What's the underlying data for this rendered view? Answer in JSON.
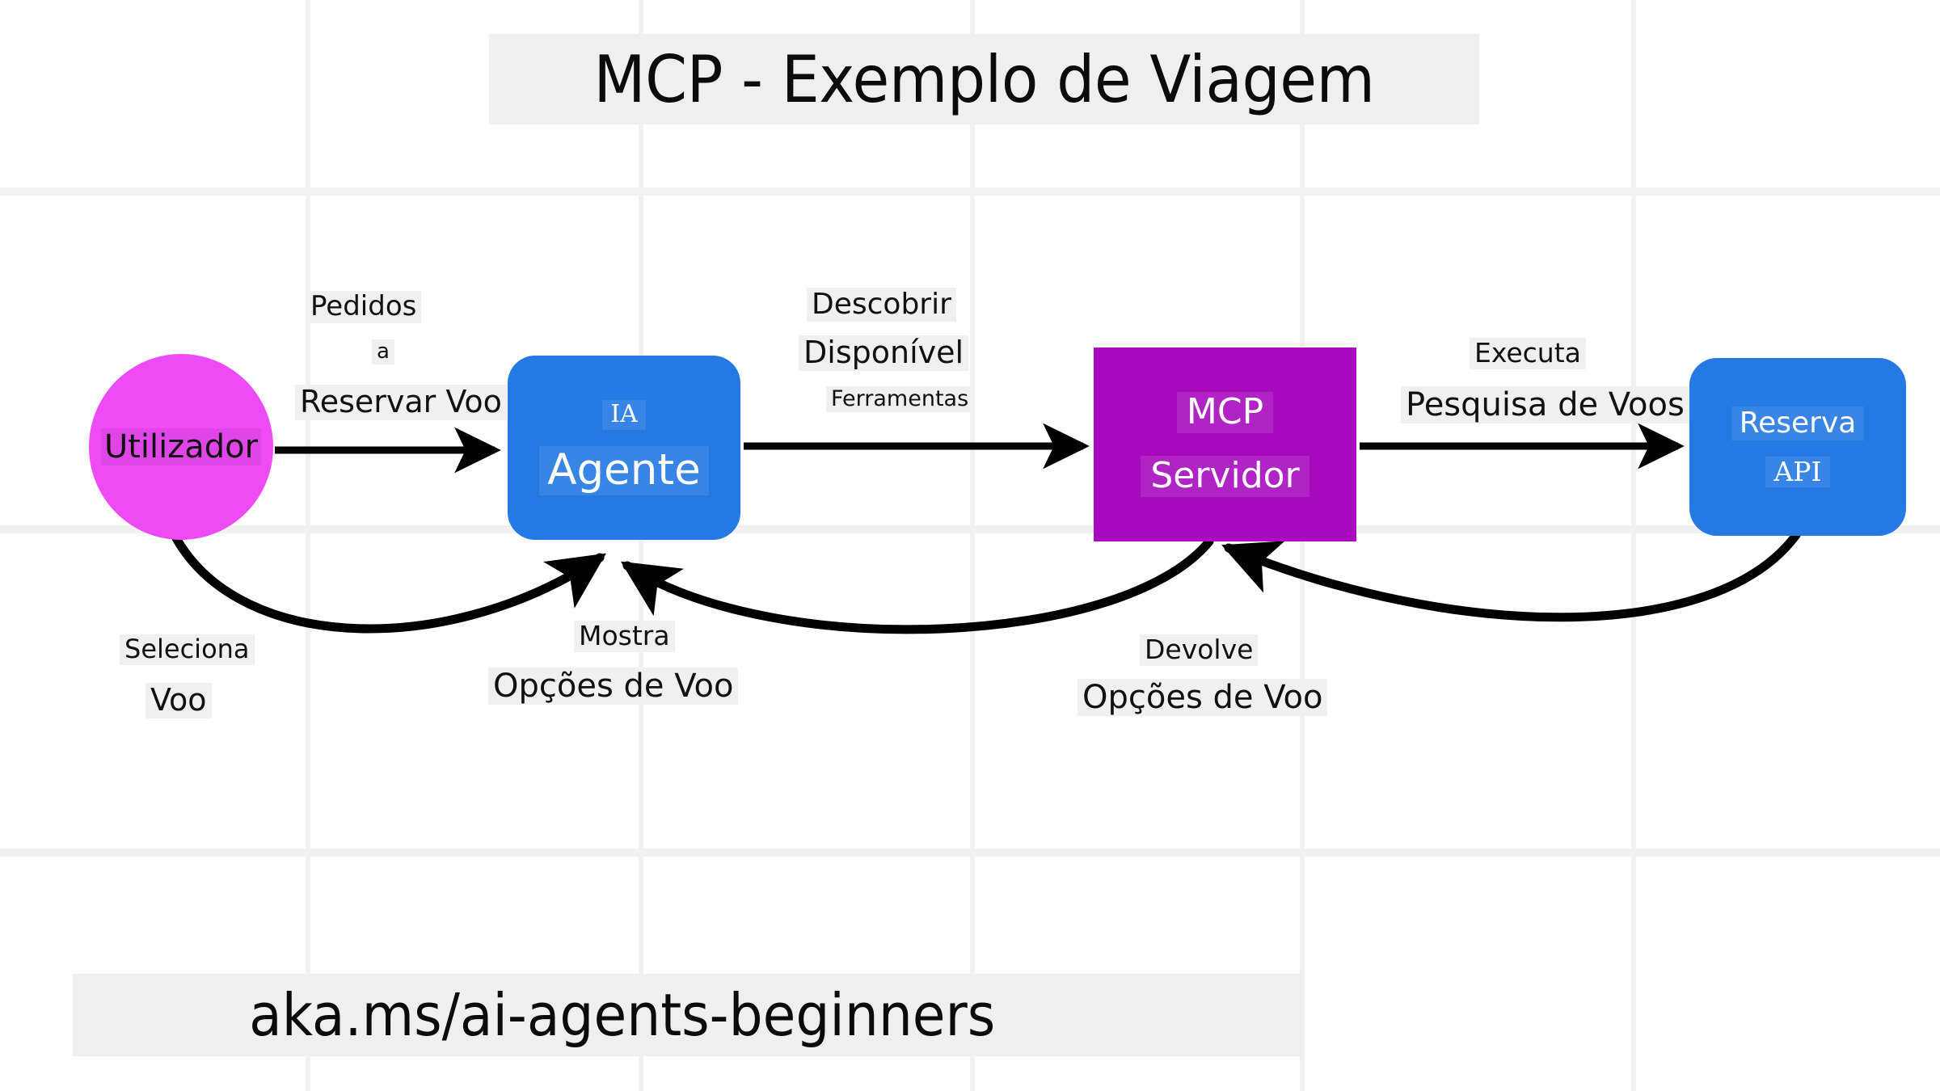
{
  "title": {
    "text": "MCP - Exemplo de Viagem"
  },
  "footer": {
    "text": "aka.ms/ai-agents-beginners"
  },
  "colors": {
    "user_node": "#ee4bf6",
    "agent_node": "#2579e3",
    "mcp_node": "#a80bbe",
    "api_node": "#2579e3",
    "edge": "#000000",
    "grid": "#f1f1f1",
    "label_background": "#f0f0f0",
    "canvas": "#ffffff"
  },
  "nodes": [
    {
      "id": "user",
      "shape": "circle",
      "label": "Utilizador",
      "lines": [
        "Utilizador"
      ]
    },
    {
      "id": "agent",
      "shape": "rounded-rect",
      "label": "IA Agente",
      "lines": [
        "IA",
        "Agente"
      ]
    },
    {
      "id": "mcp",
      "shape": "rect",
      "label": "MCP Servidor",
      "lines": [
        "MCP",
        "Servidor"
      ]
    },
    {
      "id": "api",
      "shape": "rounded-rect",
      "label": "Reserva API",
      "lines": [
        "Reserva",
        "API"
      ]
    }
  ],
  "edges": [
    {
      "id": "user-to-agent",
      "from": "user",
      "to": "agent",
      "direction": "forward",
      "style": "straight",
      "label_lines": [
        "Pedidos",
        "a",
        "Reservar Voo"
      ]
    },
    {
      "id": "agent-to-mcp",
      "from": "agent",
      "to": "mcp",
      "direction": "forward",
      "style": "straight",
      "label_lines": [
        "Descobrir",
        "Disponível",
        "Ferramentas"
      ]
    },
    {
      "id": "mcp-to-api",
      "from": "mcp",
      "to": "api",
      "direction": "forward",
      "style": "straight",
      "label_lines": [
        "Executa",
        "Pesquisa de Voos"
      ]
    },
    {
      "id": "api-to-mcp",
      "from": "api",
      "to": "mcp",
      "direction": "return",
      "style": "curved",
      "label_lines": [
        "Devolve",
        "Opções de Voo"
      ]
    },
    {
      "id": "mcp-to-agent",
      "from": "mcp",
      "to": "agent",
      "direction": "return",
      "style": "curved",
      "label_lines": [
        "Mostra",
        "Opções de Voo"
      ]
    },
    {
      "id": "user-to-agent-return",
      "from": "user",
      "to": "agent",
      "direction": "return",
      "style": "curved",
      "label_lines": [
        "Seleciona",
        "Voo"
      ]
    }
  ],
  "edge_labels": {
    "pedidos": "Pedidos",
    "a": "a",
    "reservar_voo": "Reservar Voo",
    "descobrir": "Descobrir",
    "disponivel": "Disponível",
    "ferramentas": "Ferramentas",
    "executa": "Executa",
    "pesquisa_de_voos": "Pesquisa de Voos",
    "devolve": "Devolve",
    "opcoes_de_voo_devolve": "Opções de Voo",
    "mostra": "Mostra",
    "opcoes_de_voo_mostra": "Opções de Voo",
    "seleciona": "Seleciona",
    "voo": "Voo"
  }
}
